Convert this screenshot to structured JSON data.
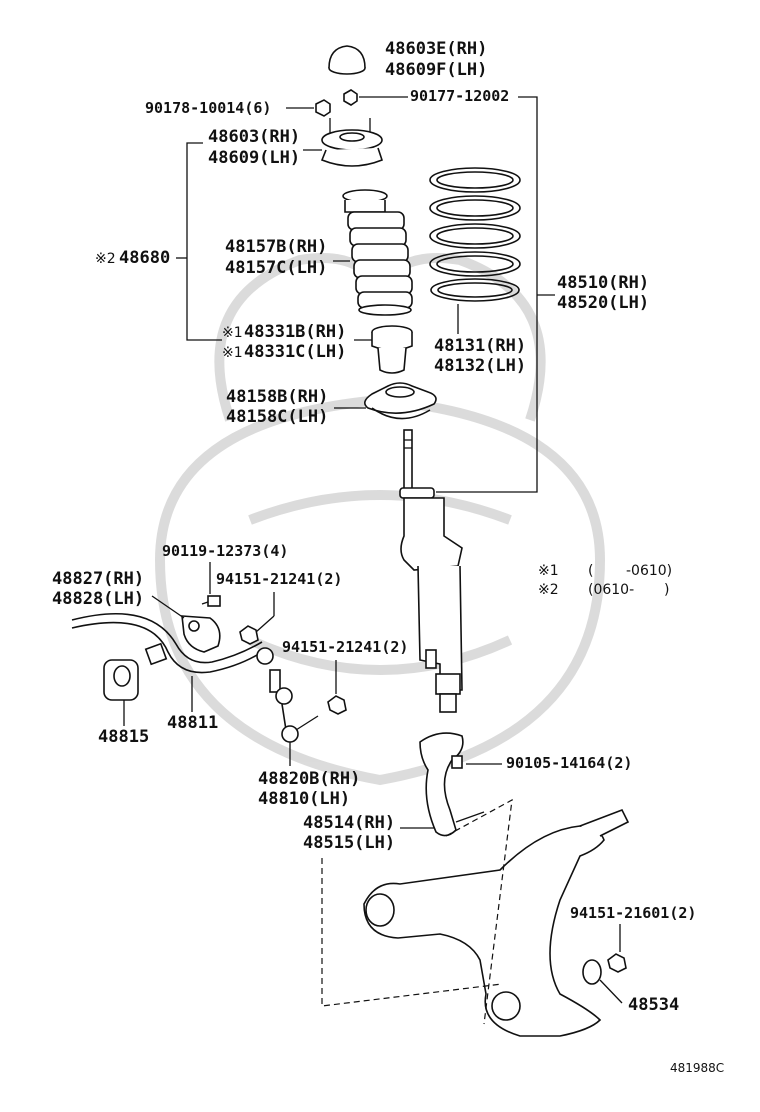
{
  "parts": {
    "p48603E": "48603E(RH)",
    "p48609F": "48609F(LH)",
    "p90178": "90178-10014(6)",
    "p90177": "90177-12002",
    "p48603": "48603(RH)",
    "p48609": "48609(LH)",
    "p48680_mark": "※2",
    "p48680": "48680",
    "p48157B": "48157B(RH)",
    "p48157C": "48157C(LH)",
    "p48331B_mark": "※1",
    "p48331B": "48331B(RH)",
    "p48331C_mark": "※1",
    "p48331C": "48331C(LH)",
    "p48510": "48510(RH)",
    "p48520": "48520(LH)",
    "p48131": "48131(RH)",
    "p48132": "48132(LH)",
    "p48158B": "48158B(RH)",
    "p48158C": "48158C(LH)",
    "p90119": "90119-12373(4)",
    "p48827": "48827(RH)",
    "p48828": "48828(LH)",
    "p94151a": "94151-21241(2)",
    "p94151b": "94151-21241(2)",
    "p48815": "48815",
    "p48811": "48811",
    "p48820B": "48820B(RH)",
    "p48810": "48810(LH)",
    "p90105": "90105-14164(2)",
    "p48514": "48514(RH)",
    "p48515": "48515(LH)",
    "p94151c": "94151-21601(2)",
    "p48534": "48534"
  },
  "notes": {
    "n1_mark": "※1",
    "n1_open": "(",
    "n1_range": "-0610)",
    "n2_mark": "※2",
    "n2_range": "(0610-",
    "n2_close": ")"
  },
  "code": "481988C"
}
